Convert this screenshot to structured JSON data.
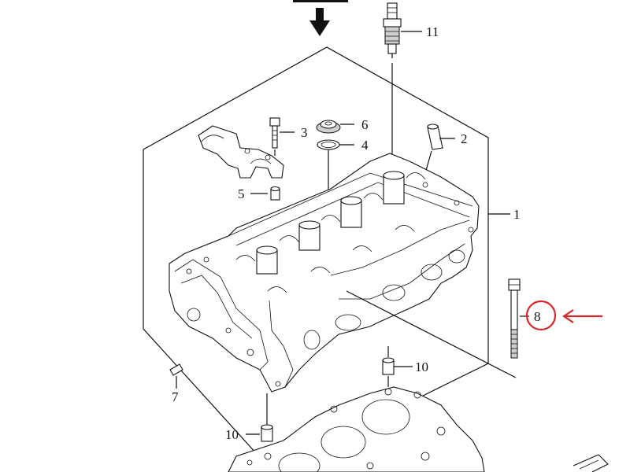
{
  "labels": {
    "l1": "1",
    "l2": "2",
    "l3": "3",
    "l4": "4",
    "l5": "5",
    "l6": "6",
    "l7": "7",
    "l8": "8",
    "l10a": "10",
    "l10b": "10",
    "l11": "11"
  },
  "colors": {
    "highlight": "#d62828",
    "ink": "#111111"
  },
  "icons": {
    "top_arrow": "down-arrow-icon",
    "pointer_arrow": "left-arrow-icon"
  }
}
